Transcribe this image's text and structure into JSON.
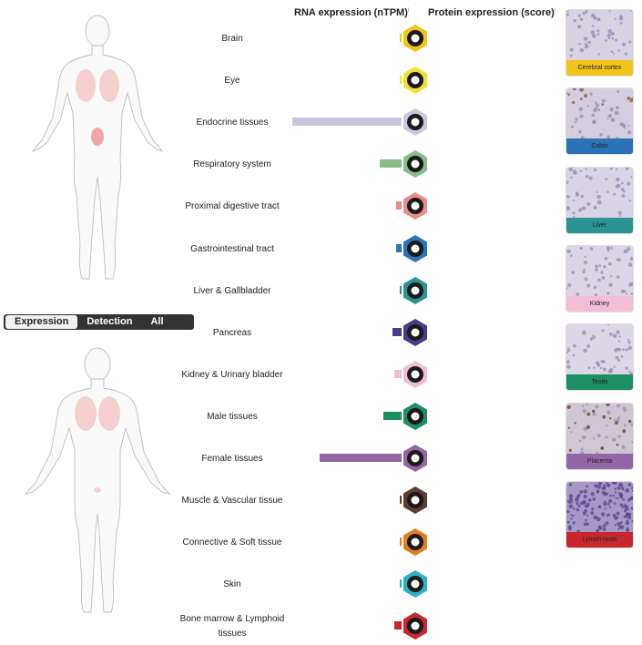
{
  "toggle": {
    "expression": "Expression",
    "detection": "Detection",
    "all_organs": "All organs"
  },
  "headers": {
    "rna": "RNA expression (nTPM)",
    "protein": "Protein expression (score)",
    "info": "i"
  },
  "organs": [
    {
      "label": "Brain",
      "color": "#f2c318",
      "bar_fraction": 0.0,
      "icon": "brain-icon"
    },
    {
      "label": "Eye",
      "color": "#f2e131",
      "bar_fraction": 0.0,
      "icon": "eye-icon"
    },
    {
      "label": "Endocrine tissues",
      "color": "#c9c6e2",
      "bar_fraction": 1.0,
      "icon": "endocrine-icon"
    },
    {
      "label": "Respiratory system",
      "color": "#89bd87",
      "bar_fraction": 0.2,
      "icon": "lungs-icon"
    },
    {
      "label": "Proximal digestive tract",
      "color": "#e88c8b",
      "bar_fraction": 0.05,
      "icon": "head-icon"
    },
    {
      "label": "Gastrointestinal tract",
      "color": "#2a73b4",
      "bar_fraction": 0.05,
      "icon": "stomach-icon"
    },
    {
      "label": "Liver & Gallbladder",
      "color": "#2b9493",
      "bar_fraction": 0.0,
      "icon": "liver-icon"
    },
    {
      "label": "Pancreas",
      "color": "#4a3b8b",
      "bar_fraction": 0.08,
      "icon": "pancreas-icon"
    },
    {
      "label": "Kidney & Urinary bladder",
      "color": "#f2bdd5",
      "bar_fraction": 0.07,
      "icon": "kidney-icon"
    },
    {
      "label": "Male tissues",
      "color": "#1e8e63",
      "bar_fraction": 0.17,
      "icon": "male-icon"
    },
    {
      "label": "Female tissues",
      "color": "#9366a6",
      "bar_fraction": 0.75,
      "icon": "female-icon"
    },
    {
      "label": "Muscle & Vascular tissue",
      "color": "#5c3d2e",
      "bar_fraction": 0.01,
      "icon": "heart-icon"
    },
    {
      "label": "Connective & Soft tissue",
      "color": "#e07e24",
      "bar_fraction": 0.01,
      "icon": "connective-icon"
    },
    {
      "label": "Skin",
      "color": "#2fb0c8",
      "bar_fraction": 0.01,
      "icon": "skin-icon"
    },
    {
      "label": "Bone marrow & Lymphoid tissues",
      "color": "#c8272d",
      "bar_fraction": 0.07,
      "icon": "bone-marrow-icon"
    }
  ],
  "thumbnails": [
    {
      "label": "Cerebral cortex",
      "color": "#f2c318",
      "tissue": "#d8d2e2",
      "stain": "light"
    },
    {
      "label": "Colon",
      "color": "#2a73b4",
      "tissue": "#d4cde0",
      "stain": "brown-edge"
    },
    {
      "label": "Liver",
      "color": "#2b9493",
      "tissue": "#d9d3e6",
      "stain": "light"
    },
    {
      "label": "Kidney",
      "color": "#f2bdd5",
      "tissue": "#dbd5e6",
      "stain": "light"
    },
    {
      "label": "Testis",
      "color": "#1e8e63",
      "tissue": "#dcd6e6",
      "stain": "light"
    },
    {
      "label": "Placenta",
      "color": "#9366a6",
      "tissue": "#cfc6d4",
      "stain": "brown-dots"
    },
    {
      "label": "Lymph node",
      "color": "#c8272d",
      "tissue": "#a898c8",
      "stain": "dense"
    }
  ]
}
